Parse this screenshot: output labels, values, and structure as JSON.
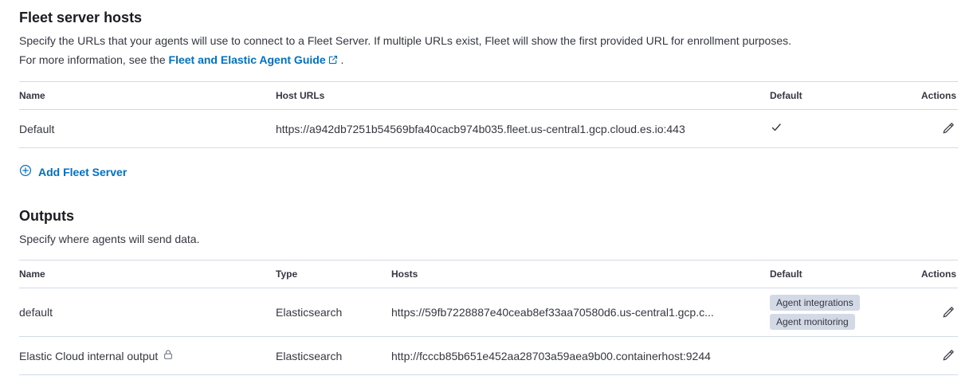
{
  "fleet_server_hosts": {
    "title": "Fleet server hosts",
    "description_line1": "Specify the URLs that your agents will use to connect to a Fleet Server. If multiple URLs exist, Fleet will show the first provided URL for enrollment purposes.",
    "description_line2_prefix": "For more information, see the",
    "guide_link_label": "Fleet and Elastic Agent Guide",
    "description_line2_suffix": ".",
    "add_button_label": "Add Fleet Server",
    "table": {
      "headers": {
        "name": "Name",
        "host_urls": "Host URLs",
        "default": "Default",
        "actions": "Actions"
      },
      "rows": [
        {
          "name": "Default",
          "host_urls": "https://a942db7251b54569bfa40cacb974b035.fleet.us-central1.gcp.cloud.es.io:443",
          "is_default": true
        }
      ]
    }
  },
  "outputs": {
    "title": "Outputs",
    "description": "Specify where agents will send data.",
    "table": {
      "headers": {
        "name": "Name",
        "type": "Type",
        "hosts": "Hosts",
        "default": "Default",
        "actions": "Actions"
      },
      "rows": [
        {
          "name": "default",
          "type": "Elasticsearch",
          "hosts": "https://59fb7228887e40ceab8ef33aa70580d6.us-central1.gcp.c...",
          "badges": [
            "Agent integrations",
            "Agent monitoring"
          ],
          "locked": false
        },
        {
          "name": "Elastic Cloud internal output",
          "type": "Elasticsearch",
          "hosts": "http://fcccb85b651e452aa28703a59aea9b00.containerhost:9244",
          "badges": [],
          "locked": true
        }
      ]
    }
  },
  "icons": {
    "external_link": "external-link-icon",
    "add": "plus-in-circle-icon",
    "edit": "pencil-icon",
    "default_check": "check-icon",
    "locked": "lock-icon"
  },
  "colors": {
    "link": "#0071c2",
    "text": "#343741",
    "border": "#d3dae6",
    "badge_bg": "#d3dae6"
  }
}
